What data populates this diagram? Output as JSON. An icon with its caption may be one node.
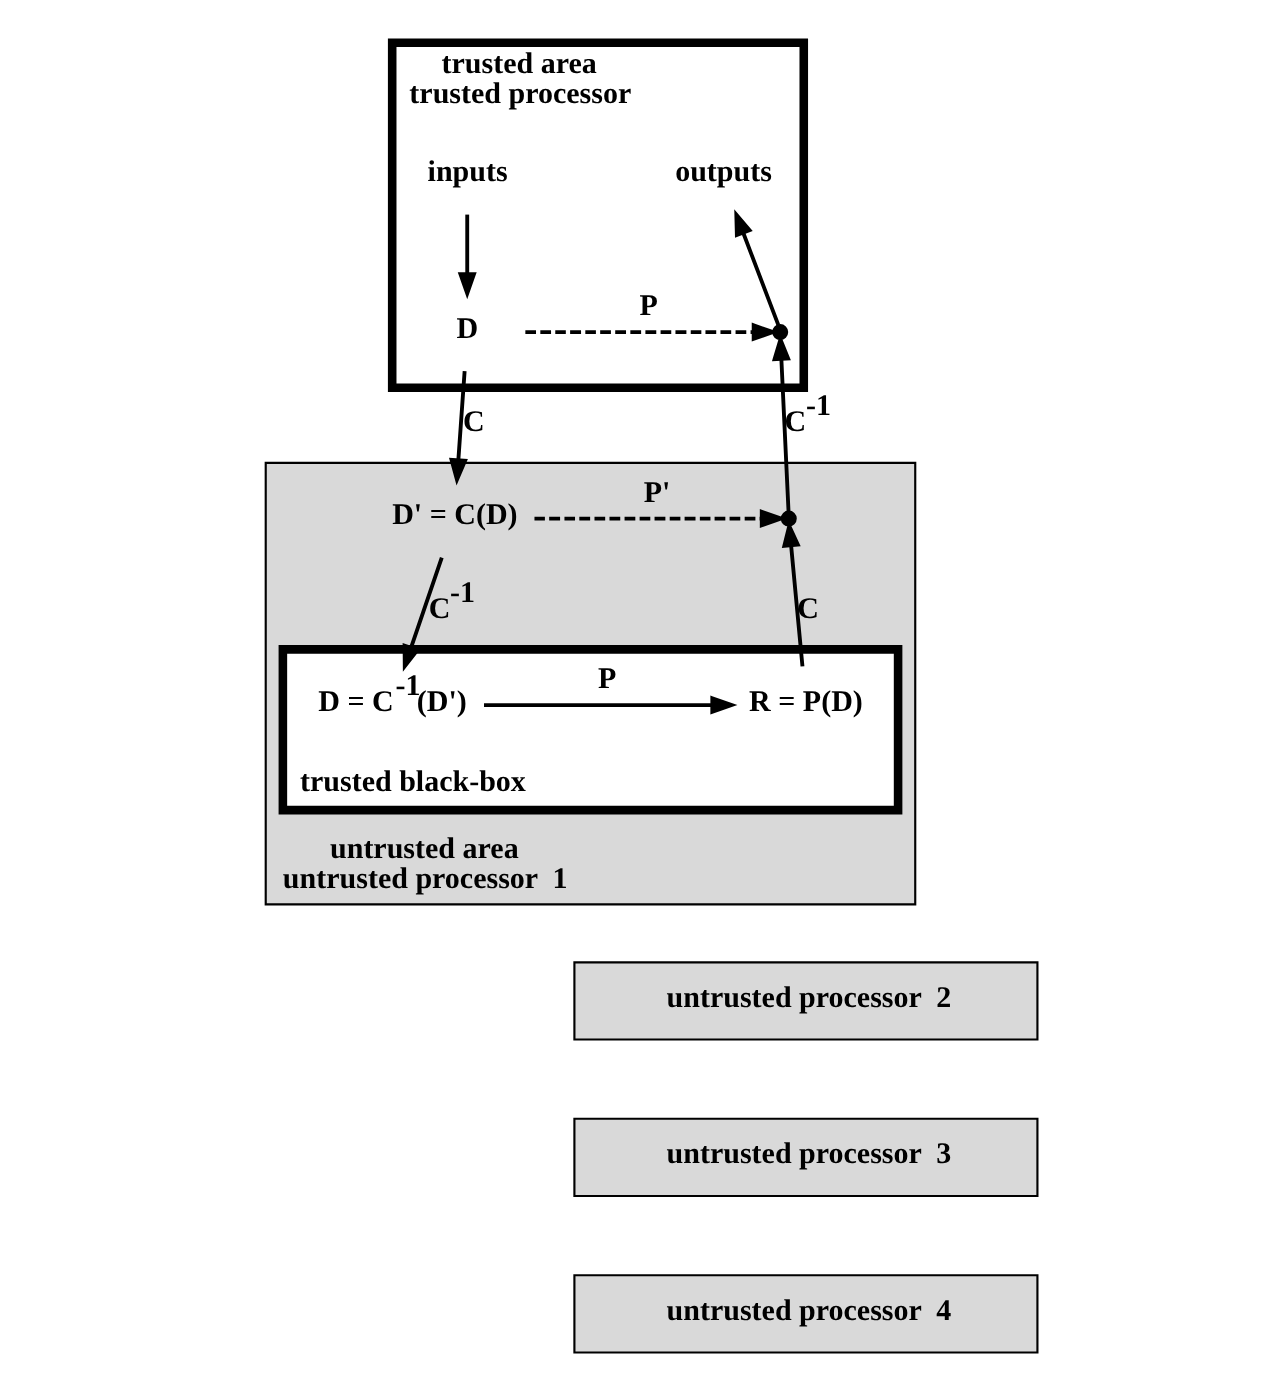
{
  "diagram": {
    "nodes": [
      {
        "text": [
          "trusted area",
          "trusted processor"
        ]
      },
      {
        "text": [
          "inputs"
        ],
        "in": 0
      },
      {
        "text": [
          "outputs"
        ],
        "in": 0
      },
      {
        "text": [
          "D"
        ],
        "in": 0
      },
      {
        "text": [],
        "shape": "cross",
        "in": 0
      },
      {
        "text": [
          "untrusted area",
          "untrusted processor  1"
        ]
      },
      {
        "text": [
          "D' = C(D)"
        ],
        "in": 5
      },
      {
        "text": [],
        "shape": "cross",
        "in": 5
      },
      {
        "text": [
          "trusted black-box"
        ],
        "in": 5
      },
      {
        "text": [
          "D = C$^{-1}$(D')"
        ],
        "in": 8
      },
      {
        "text": [
          "R = P(D)"
        ],
        "in": 8
      },
      {
        "text": [
          "untrusted processor  2"
        ]
      },
      {
        "text": [
          "untrusted processor  3"
        ]
      },
      {
        "text": [
          "untrusted processor  4"
        ]
      }
    ],
    "edges": [
      {
        "from": 1,
        "to": 3,
        "arrow": "to"
      },
      {
        "from": 4,
        "to": 2,
        "arrow": "to"
      },
      {
        "from": 3,
        "to": 4,
        "arrow": "to",
        "label": "P",
        "style": "dashed"
      },
      {
        "from": 3,
        "to": 6,
        "arrow": "to",
        "label": "C"
      },
      {
        "from": 7,
        "to": 4,
        "arrow": "to",
        "label": "C$^{-1}$"
      },
      {
        "from": 6,
        "to": 7,
        "arrow": "to",
        "label": "P'",
        "style": "dashed"
      },
      {
        "from": 6,
        "to": 9,
        "arrow": "to",
        "label": "C$^{-1}$"
      },
      {
        "from": 9,
        "to": 10,
        "arrow": "to",
        "label": "P"
      },
      {
        "from": 10,
        "to": 7,
        "arrow": "to",
        "label": "C"
      }
    ]
  }
}
